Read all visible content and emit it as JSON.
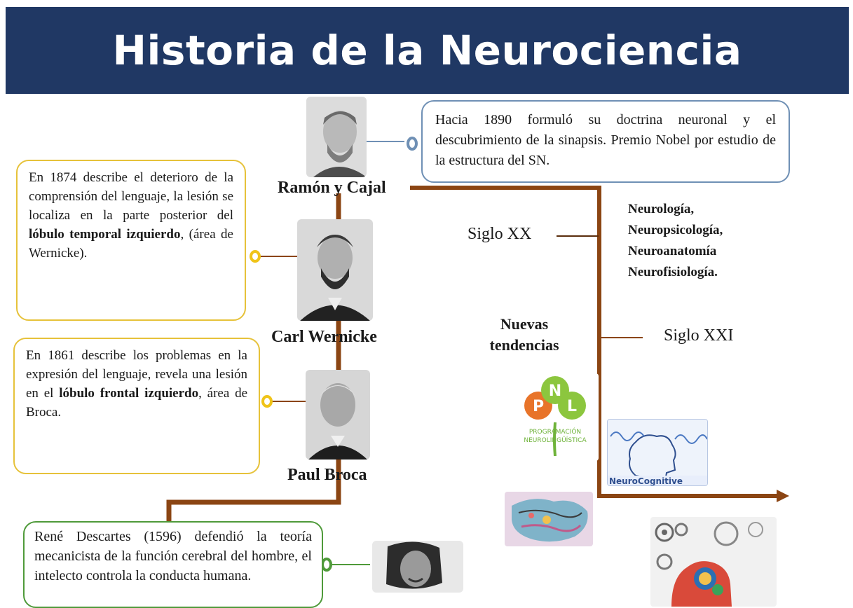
{
  "title": "Historia de la Neurociencia",
  "people": {
    "cajal": {
      "name": "Ramón y Cajal",
      "description": "Hacia 1890 formuló su doctrina neuronal y el descubrimiento de la sinapsis. Premio Nobel por estudio de la estructura del SN."
    },
    "wernicke": {
      "name": "Carl Wernicke",
      "description_parts": [
        "En 1874 describe el deterioro de la comprensión del lenguaje, la lesión se localiza en la parte posterior del ",
        "lóbulo temporal izquierdo",
        ", (área de Wernicke)."
      ]
    },
    "broca": {
      "name": "Paul Broca",
      "description_parts": [
        "En 1861 describe los problemas en la expresión del lenguaje, revela una lesión en el ",
        "lóbulo frontal izquierdo",
        ", área de Broca."
      ]
    },
    "descartes": {
      "description": "René Descartes (1596) defendió la teoría mecanicista de la función cerebral del hombre, el intelecto controla la conducta humana."
    }
  },
  "timeline": {
    "siglo_xx": "Siglo XX",
    "siglo_xxi": "Siglo XXI",
    "disciplines": [
      "Neurología,",
      "Neuropsicología,",
      "Neuroanatomía",
      "Neurofisiología."
    ],
    "nuevas_tendencias": [
      "Nuevas",
      "tendencias"
    ]
  },
  "images": {
    "pnl_letters": [
      "P",
      "N",
      "L"
    ],
    "pnl_caption": [
      "PROGRAMACIÓN",
      "NEUROLINGÜÍSTICA"
    ],
    "neuro_caption": "NeuroCognitive"
  },
  "colors": {
    "title_bg": "#203864",
    "timeline": "#8B4513",
    "cajal_box": "#6f90b5",
    "wernicke_box": "#e6c23a",
    "broca_box": "#e6c23a",
    "descartes_box": "#4f9a3a"
  }
}
